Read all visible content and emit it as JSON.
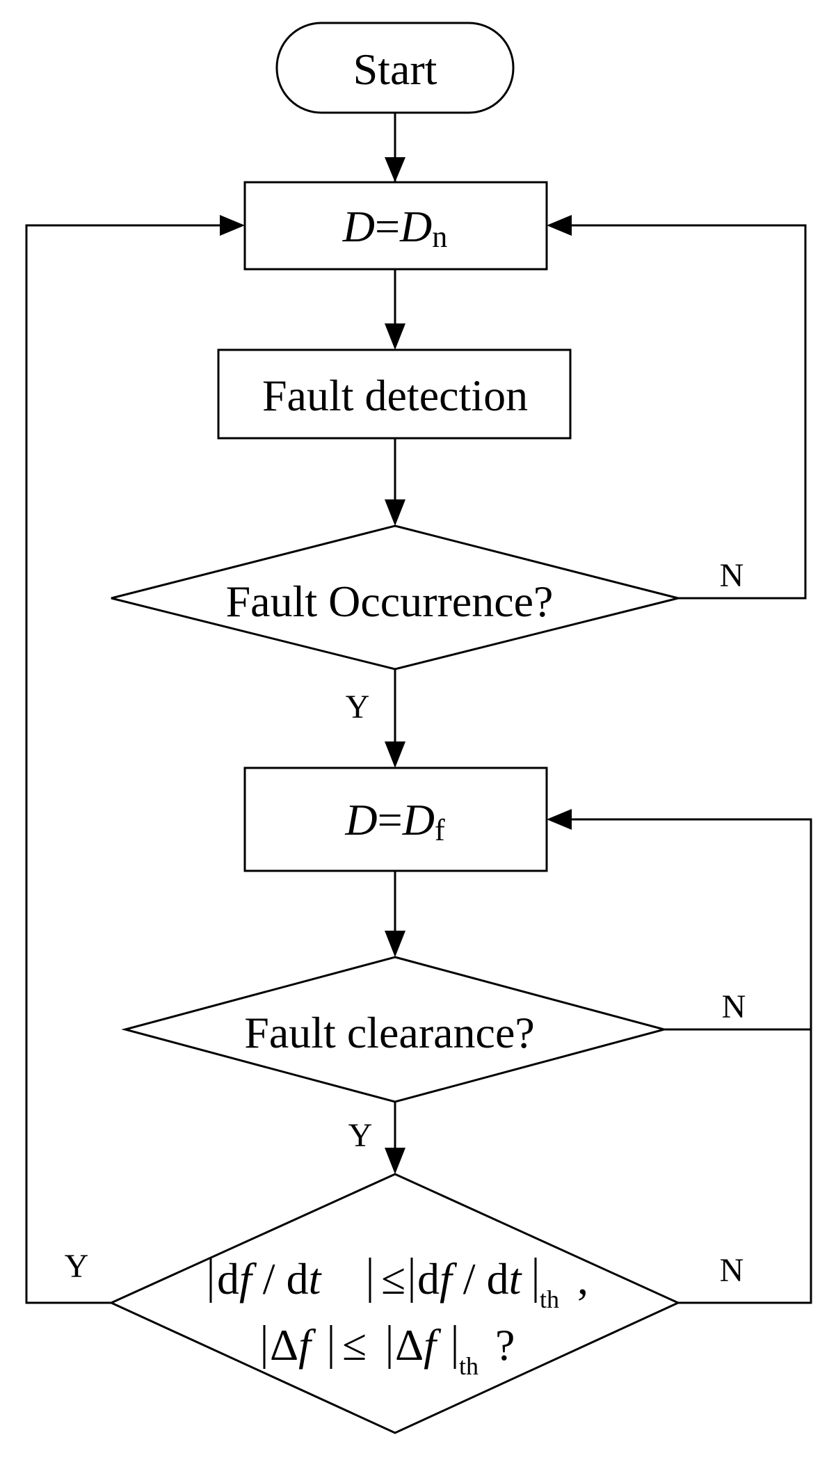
{
  "start": {
    "label": "Start"
  },
  "state_normal": {
    "var": "D",
    "eq": "=",
    "sym": "D",
    "sub": "n"
  },
  "fault_detection": {
    "label": "Fault detection"
  },
  "fault_occurrence": {
    "label": "Fault Occurrence?",
    "no": "N",
    "yes": "Y"
  },
  "state_fault": {
    "var": "D",
    "eq": "=",
    "sym": "D",
    "sub": "f"
  },
  "fault_clearance": {
    "label": "Fault clearance?",
    "no": "N",
    "yes": "Y"
  },
  "threshold_check": {
    "yes": "Y",
    "no": "N",
    "line1": {
      "lhs_d": "d",
      "lhs_f": "f",
      "lhs_slash": " / d",
      "lhs_t": "t",
      "le": "≤",
      "rhs_d": "d",
      "rhs_f": "f",
      "rhs_slash": " / d",
      "rhs_t": "t",
      "sub": "th",
      "comma": ","
    },
    "line2": {
      "lhs_delta": "Δ",
      "lhs_f": "f",
      "le": "≤",
      "rhs_delta": "Δ",
      "rhs_f": "f",
      "sub": "th",
      "q": "?"
    }
  }
}
